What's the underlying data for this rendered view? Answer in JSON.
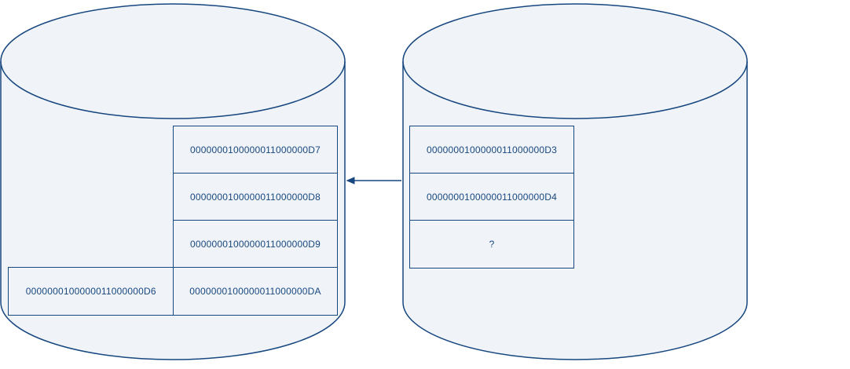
{
  "colors": {
    "stroke": "#17477f",
    "fill": "#f0f4f8",
    "text": "#17477f",
    "canvas_bg": "#ffffff"
  },
  "left_db": {
    "cells": [
      "0000000100000011000000D7",
      "0000000100000011000000D8",
      "0000000100000011000000D9"
    ],
    "bottom_left_cell": "0000000100000011000000D6",
    "bottom_right_cell": "0000000100000011000000DA"
  },
  "right_db": {
    "cells": [
      "0000000100000011000000D3",
      "0000000100000011000000D4",
      "?"
    ]
  }
}
